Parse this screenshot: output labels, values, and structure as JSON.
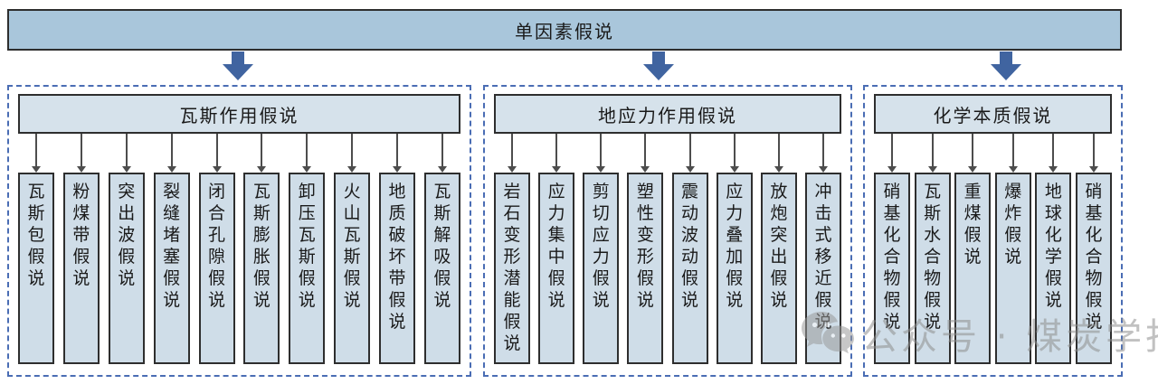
{
  "title": {
    "label": "单因素假说"
  },
  "groups": [
    {
      "header": "瓦斯作用假说",
      "items": [
        "瓦斯包假说",
        "粉煤带假说",
        "突出波假说",
        "裂缝堵塞假说",
        "闭合孔隙假说",
        "瓦斯膨胀假说",
        "卸压瓦斯假说",
        "火山瓦斯假说",
        "地质破坏带假说",
        "瓦斯解吸假说"
      ]
    },
    {
      "header": "地应力作用假说",
      "items": [
        "岩石变形潜能假说",
        "应力集中假说",
        "剪切应力假说",
        "塑性变形假说",
        "震动波动假说",
        "应力叠加假说",
        "放炮突出假说",
        "冲击式移近假说"
      ]
    },
    {
      "header": "化学本质假说",
      "items": [
        "硝基化合物假说",
        "瓦斯水合物假说",
        "重煤假说",
        "爆炸假说",
        "地球化学假说",
        "硝基化合物假说"
      ]
    }
  ],
  "watermark": {
    "text": "公众号 · 煤炭学报",
    "icon": "wechat-icon"
  },
  "colors": {
    "top_bar_fill": "#a9c6db",
    "header_fill": "#d6e2eb",
    "node_fill": "#cfdde8",
    "dashed_border": "#4a6db4",
    "big_arrow": "#4064a0",
    "connector": "#4d4d4d",
    "watermark_gray": "#8f8f8f"
  }
}
